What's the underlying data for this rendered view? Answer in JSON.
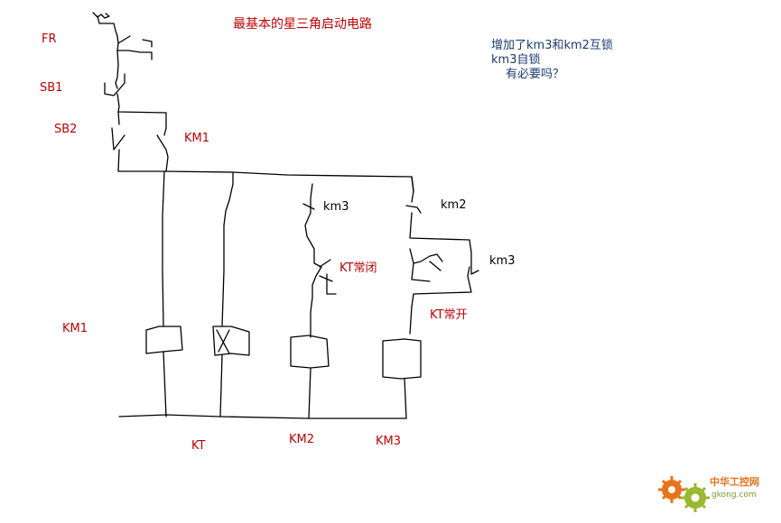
{
  "title": "最基本的星三角启动电路",
  "labels": {
    "fr": "FR",
    "sb1": "SB1",
    "sb2": "SB2",
    "km1_contact": "KM1",
    "km3_contact": "km3",
    "km2_contact": "km2",
    "km3_self": "km3",
    "kt_nc": "KT常闭",
    "kt_no": "KT常开",
    "km1_coil": "KM1",
    "kt_coil": "KT",
    "km2_coil": "KM2",
    "km3_coil": "KM3"
  },
  "note": {
    "line1": "增加了km3和km2互锁",
    "line2": "km3自锁",
    "line3": "有必要吗？"
  },
  "watermark": {
    "name": "中华工控网",
    "url": "gkong.com",
    "gear_color": "#e8731a",
    "gear_color2": "#9ab830"
  },
  "colors": {
    "label_red": "#c00000",
    "note_blue": "#1a3a6e",
    "wire": "#000000"
  }
}
